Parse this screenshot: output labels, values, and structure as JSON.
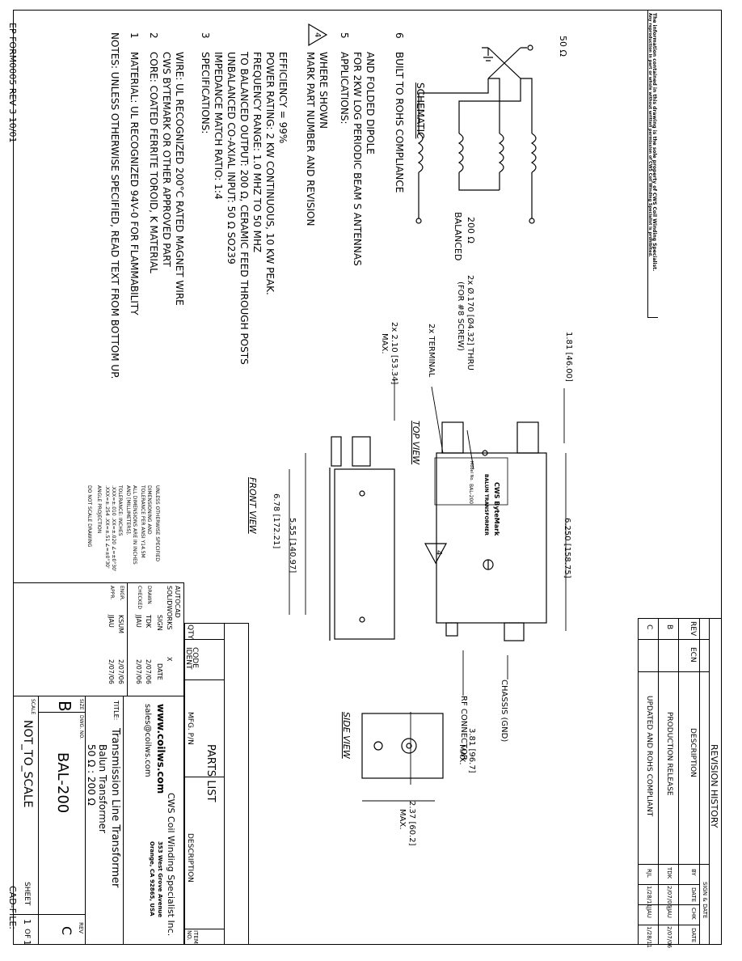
{
  "disclaimer": {
    "line1": "The information contained in this drawing is the sole property of CWS Coil Winding Specialist.",
    "line2": "Any reproduction in part or whole without written permission of CWS Coil Winding Specialist is prohibited."
  },
  "footer": {
    "form_id": "EP FORM0005 REV 3 10/01",
    "cad_file": "CAD-FILE:"
  },
  "schematic": {
    "title": "SCHEMATIC",
    "input_label": "50 Ω",
    "output_label_1": "200 Ω",
    "output_label_2": "BALANCED"
  },
  "notes": {
    "header": "NOTES: UNLESS OTHERWISE SPECIFIED, READ TEXT FROM BOTTOM UP.",
    "n1": {
      "num": "1",
      "text": "MATERIAL: UL RECOGNIZED 94V-0 FOR FLAMMABILITY"
    },
    "n2": {
      "num": "2",
      "lines": [
        "CORE: COATED FERRITE TOROID, K MATERIAL",
        "CWS BYTEMARK OR OTHER APPROVED PART",
        "WIRE: UL RECOGNIZED 200°C RATED MAGNET WIRE"
      ]
    },
    "n3": {
      "num": "3",
      "lines": [
        "SPECIFICATIONS:",
        "IMPEDANCE MATCH RATIO: 1:4",
        "UNBALANCED CO-AXIAL INPUT: 50 Ω SO239",
        "TO BALANCED OUTPUT: 200 Ω, CERAMIC FEED THROUGH POSTS",
        "FREQUENCY RANGE: 1.0 MHZ TO 50 MHZ",
        "POWER RATING: 2 KW CONTINUOUS, 10 KW PEAK.",
        "EFFICIENCY = 99%"
      ]
    },
    "n4": {
      "num": "4",
      "lines": [
        "MARK PART NUMBER AND REVISION",
        "WHERE SHOWN"
      ]
    },
    "n5": {
      "num": "5",
      "lines": [
        "APPLICATIONS:",
        "FOR 2KW LOG PERIODIC BEAM S ANTENNAS",
        "AND FOLDED DIPOLE"
      ]
    },
    "n6": {
      "num": "6",
      "text": "BUILT TO ROHS COMPLIANCE"
    }
  },
  "views": {
    "top": "TOP VIEW",
    "front": "FRONT VIEW",
    "side": "SIDE VIEW"
  },
  "dims": {
    "width_top": "6.250 [158.75]",
    "height_181": "1.81 [46.00]",
    "hole": "2x Ø.170 [Ø4.32] THRU",
    "hole_note": "(FOR #8 SCREW)",
    "terminal": "2x TERMINAL",
    "max_210": "2x 2.10 [53.34]",
    "max_word": "MAX.",
    "front_555": "5.55 [140.97]",
    "front_678": "6.78 [172.21]",
    "side_381": "3.81 [96.7]",
    "side_237": "2.37 [60.2]",
    "chassis": "CHASSIS (GND)",
    "rf": "RF CONNECTOR",
    "flag": "4"
  },
  "label_plate": {
    "brand": "CWS ByteMark",
    "product": "BALUN TRANSFORMER",
    "model_label": "Model No.",
    "model_value": "BAL-200"
  },
  "revision_history": {
    "title": "REVISION HISTORY",
    "headers": {
      "rev": "REV",
      "ecn": "ECN",
      "desc": "DESCRIPTION",
      "sign_date": "SIGN & DATE",
      "by": "BY",
      "date": "DATE",
      "chk": "CHK",
      "date2": "DATE"
    },
    "rows": [
      {
        "rev": "B",
        "ecn": "",
        "desc": "PRODUCTION RELEASE",
        "by": "TDK",
        "date": "2/07/06",
        "chk": "JJAU",
        "date2": "2/07/06"
      },
      {
        "rev": "C",
        "ecn": "",
        "desc": "UPDATED AND ROHS COMPLIANT",
        "by": "RJL",
        "date": "1/28/11",
        "chk": "JJAU",
        "date2": "1/28/11"
      }
    ]
  },
  "parts_list": {
    "title": "PARTS LIST",
    "headers": {
      "qty": "QTY",
      "code": "CODE",
      "ident": "IDENT",
      "mfg": "MFG. P/N",
      "desc": "DESCRIPTION",
      "item": "ITEM",
      "no": "NO."
    }
  },
  "title_block": {
    "tolerance_lines": [
      "UNLESS OTHERWISE SPECIFIED",
      "DIMENSIONING AND",
      "TOLERANCE PER ANSI Y14.5M",
      "ALL DIMENSIONS ARE IN INCHES",
      "AND [MILLIMETERS].",
      "TOLERANCE: INCHES",
      ".XXX=±.010 .XX=±.020 ∠=±0°30'",
      ".XXX=±.254 .XX=±.51 ∠=±0°30'",
      "ANGLE PROJECTION",
      "DO NOT SCALE DRAWING"
    ],
    "cad": [
      {
        "label": "AUTOCAD",
        "mark": ""
      },
      {
        "label": "SOLIDWORKS",
        "mark": "X"
      }
    ],
    "sig_headers": {
      "sign": "SIGN",
      "date": "DATE"
    },
    "sigs": [
      {
        "role": "DRAWN",
        "sign": "TDK",
        "date": "2/07/06"
      },
      {
        "role": "CHECKED",
        "sign": "JJAU",
        "date": "2/07/06"
      },
      {
        "role": "ENGR.",
        "sign": "KSUM",
        "date": "2/07/06"
      },
      {
        "role": "APPR.",
        "sign": "JJAU",
        "date": "2/07/06"
      }
    ],
    "company": "CWS Coil Winding Specialist Inc.",
    "address1": "353 West Grove Avenue",
    "address2": "Orange, CA 92865, USA",
    "web": "www.coilws.com",
    "email": "sales@coilws.com",
    "title_label": "TITLE:",
    "title_lines": [
      "Transmission Line Transformer",
      "Balun Transformer",
      "50 Ω : 200 Ω"
    ],
    "size_label": "SIZE",
    "size": "B",
    "dwg_label": "DWG. NO.",
    "dwg_no": "BAL-200",
    "rev_label": "REV",
    "rev": "C",
    "scale_label": "SCALE",
    "scale": "NOT_TO_SCALE",
    "sheet_label": "SHEET",
    "sheet_num": "1",
    "sheet_of": "OF",
    "sheet_total": "1"
  }
}
